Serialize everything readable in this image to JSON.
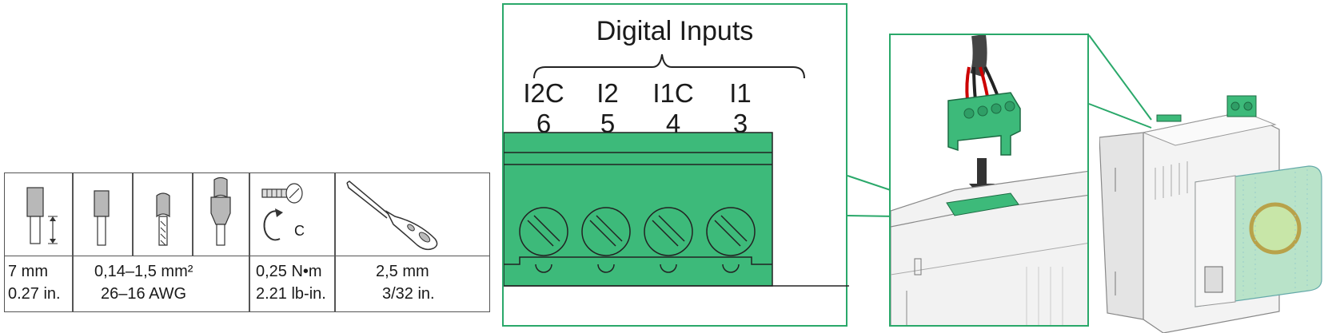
{
  "wiring_spec": {
    "strip_length": {
      "metric": "7 mm",
      "imperial": "0.27 in."
    },
    "wire_size": {
      "metric": "0,14–1,5 mm²",
      "imperial": "26–16 AWG"
    },
    "torque": {
      "metric": "0,25 N•m",
      "imperial": "2.21 lb-in."
    },
    "screwdriver": {
      "metric": "2,5 mm",
      "imperial": "3/32 in."
    },
    "torque_symbol": "C"
  },
  "digital_inputs": {
    "title": "Digital Inputs",
    "pins": [
      {
        "name": "I2C",
        "number": "6"
      },
      {
        "name": "I2",
        "number": "5"
      },
      {
        "name": "I1C",
        "number": "4"
      },
      {
        "name": "I1",
        "number": "3"
      }
    ]
  },
  "colors": {
    "connector_green": "#3dba7a",
    "frame_green": "#2aa86a",
    "line_gray": "#555555"
  },
  "icons": [
    "ferrule-strip-icon",
    "solid-wire-icon",
    "stranded-wire-icon",
    "ferrule-wire-icon",
    "screw-icon",
    "torque-arrow-icon",
    "flat-screwdriver-icon",
    "insertion-arrow-icon"
  ]
}
